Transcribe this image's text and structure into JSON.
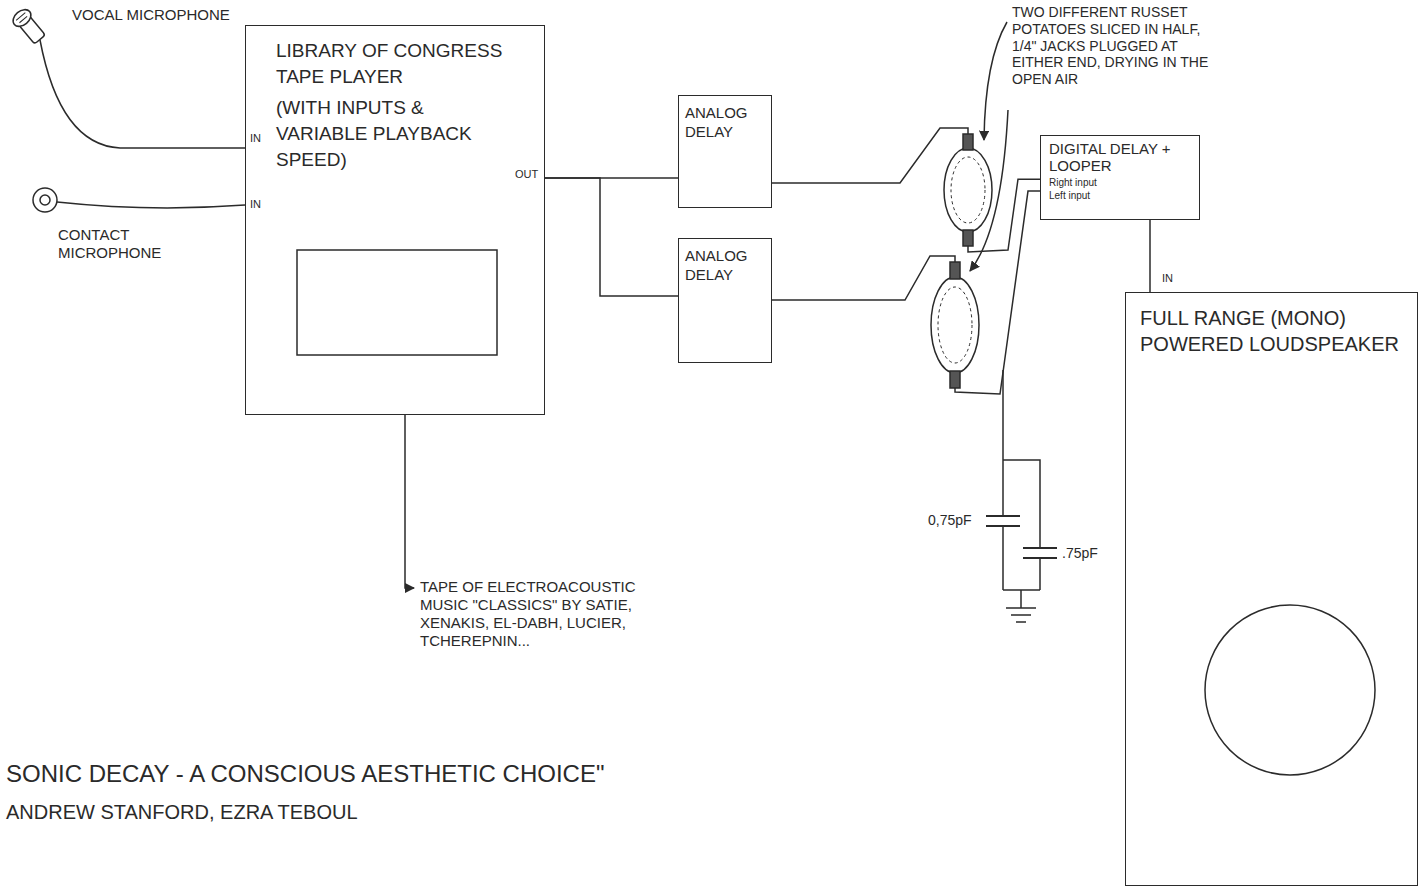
{
  "diagram": {
    "caption": "SONIC DECAY - A CONSCIOUS AESTHETIC CHOICE\"",
    "nodes": [
      {
        "text": [
          "LIBRARY OF CONGRESS TAPE PLAYER",
          "(WITH INPUTS & VARIABLE PLAYBACK SPEED)"
        ]
      },
      {
        "text": [
          "ANALOG DELAY"
        ]
      },
      {
        "text": [
          "ANALOG DELAY"
        ]
      },
      {
        "text": [
          "DIGITAL DELAY + LOOPER",
          "Right input",
          "Left input"
        ]
      },
      {
        "text": [
          "FULL RANGE (MONO) POWERED LOUDSPEAKER"
        ]
      }
    ],
    "edges": [
      {
        "from": 0,
        "to": 1,
        "arrow": "none"
      },
      {
        "from": 0,
        "to": 2,
        "arrow": "none"
      },
      {
        "from": 1,
        "to": 3,
        "arrow": "none"
      },
      {
        "from": 2,
        "to": 3,
        "arrow": "none"
      },
      {
        "from": 3,
        "to": 4,
        "arrow": "none"
      }
    ],
    "labels": [
      "VOCAL MICROPHONE",
      "CONTACT MICROPHONE",
      "IN",
      "IN",
      "OUT",
      "TAPE OF ELECTROACOUSTIC MUSIC \"CLASSICS\" BY SATIE, XENAKIS, EL-DABH, LUCIER, TCHEREPNIN...",
      "TWO DIFFERENT RUSSET POTATOES SLICED IN HALF, 1/4\" JACKS PLUGGED AT EITHER END, DRYING IN THE OPEN AIR",
      "0,75pF",
      ".75pF",
      "IN",
      "ANDREW STANFORD, EZRA TEBOUL"
    ]
  }
}
